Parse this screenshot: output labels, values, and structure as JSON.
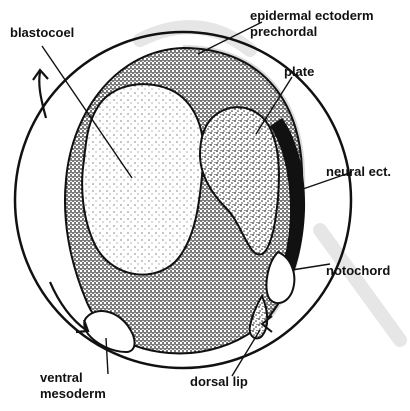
{
  "labels": {
    "blastocoel": "blastocoel",
    "epidermal_line1": "epidermal ectoderm",
    "epidermal_line2": "prechordal",
    "plate": "plate",
    "neural_ect": "neural ect.",
    "notochord": "notochord",
    "ventral_line1": "ventral",
    "ventral_line2": "mesoderm",
    "dorsal_lip": "dorsal lip"
  },
  "colors": {
    "ink": "#111111",
    "paper": "#ffffff",
    "stipple": "#2a2a2a",
    "watermark": "#e6e6e6"
  },
  "icons": [
    "curved-arrow-up-icon",
    "curved-arrow-down-icon",
    "dorsal-lip-arrow-icon"
  ]
}
